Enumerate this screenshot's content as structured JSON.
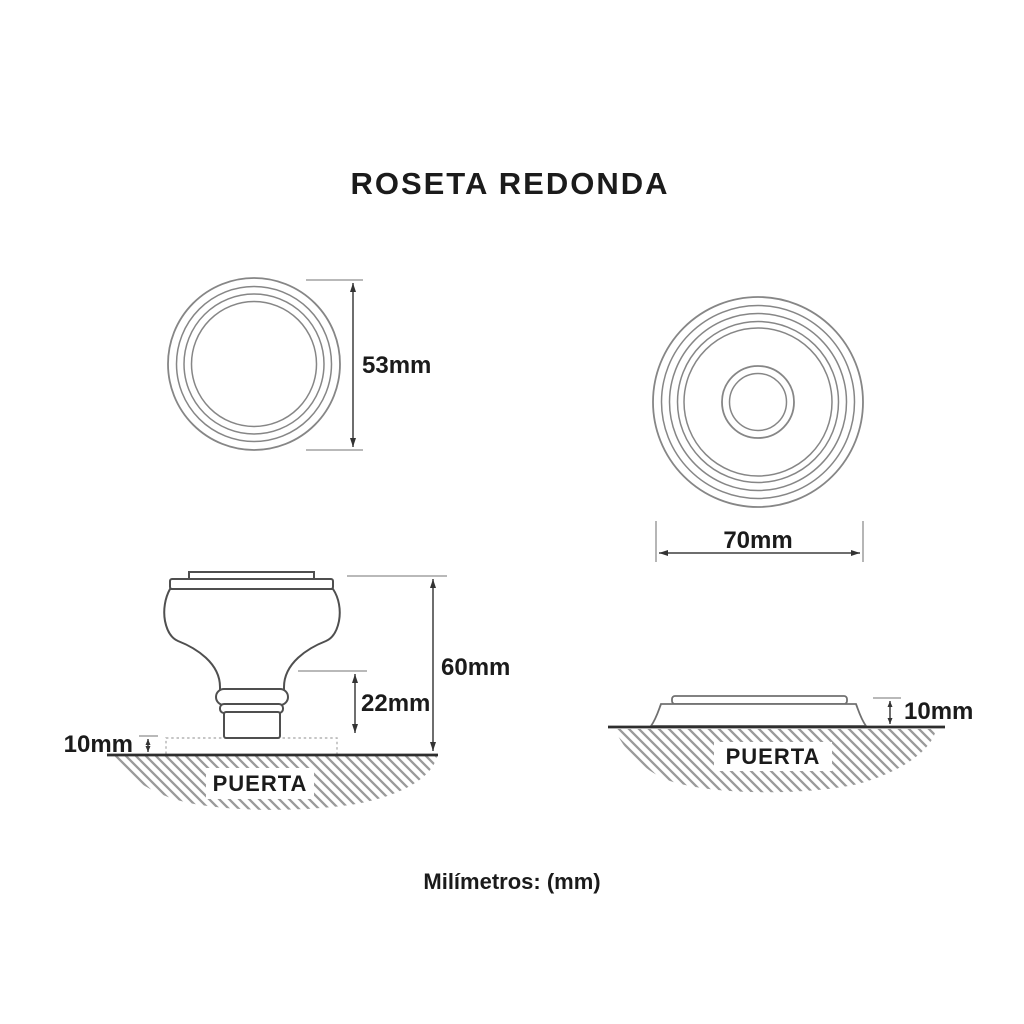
{
  "title": "ROSETA REDONDA",
  "footer": "Milímetros: (mm)",
  "colors": {
    "ink": "#1b1b1b",
    "knob_outline_gray": "#4f4f4f",
    "ring_gray": "#868686",
    "hatch_gray": "#9a9a9a",
    "door_line": "#2e2e2e"
  },
  "views": {
    "front_knob": {
      "diameter_label": "53mm"
    },
    "front_rosette": {
      "diameter_label": "70mm"
    },
    "side_knob": {
      "total_height_label": "60mm",
      "stem_height_label": "22mm",
      "plate_height_label": "10mm",
      "door_label": "PUERTA"
    },
    "side_rosette": {
      "height_label": "10mm",
      "door_label": "PUERTA"
    }
  }
}
